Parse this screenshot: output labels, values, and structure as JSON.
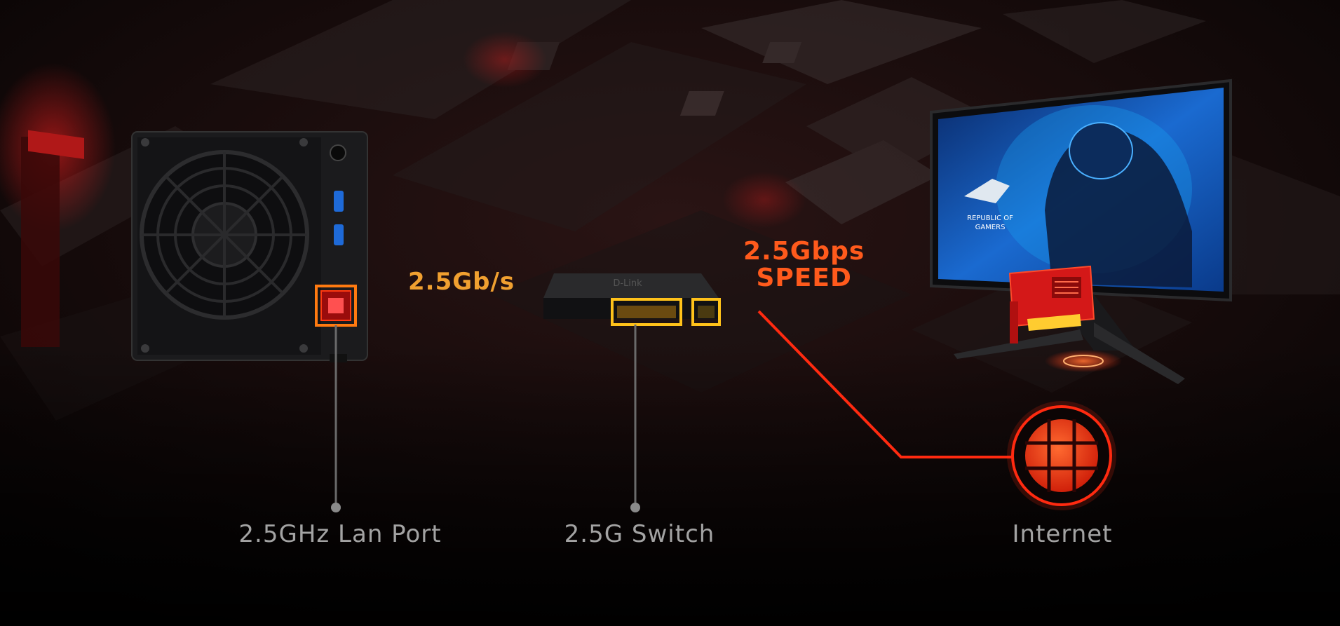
{
  "diagram": {
    "link_speed_label": "2.5Gb/s",
    "speed_badge": {
      "line1": "2.5Gbps",
      "line2": "SPEED"
    },
    "nodes": {
      "nas": {
        "label": "2.5GHz Lan Port"
      },
      "switch": {
        "label": "2.5G Switch"
      },
      "internet": {
        "label": "Internet"
      }
    },
    "monitor_logo": {
      "line1": "REPUBLIC OF",
      "line2": "GAMERS"
    }
  },
  "colors": {
    "background": "#0c0606",
    "cable_yellow": "#ffc21a",
    "cable_orange": "#ff7a10",
    "cable_red": "#ff2a10",
    "port_highlight": "#ff6a10",
    "switch_highlight": "#ffc21a",
    "label_gray": "#a3a3a3",
    "speed_orange": "#f0a030",
    "speed_red": "#ff5a1c"
  },
  "icons": [
    "nas-device-icon",
    "switch-device-icon",
    "gaming-monitor-icon",
    "network-card-icon",
    "globe-icon"
  ]
}
